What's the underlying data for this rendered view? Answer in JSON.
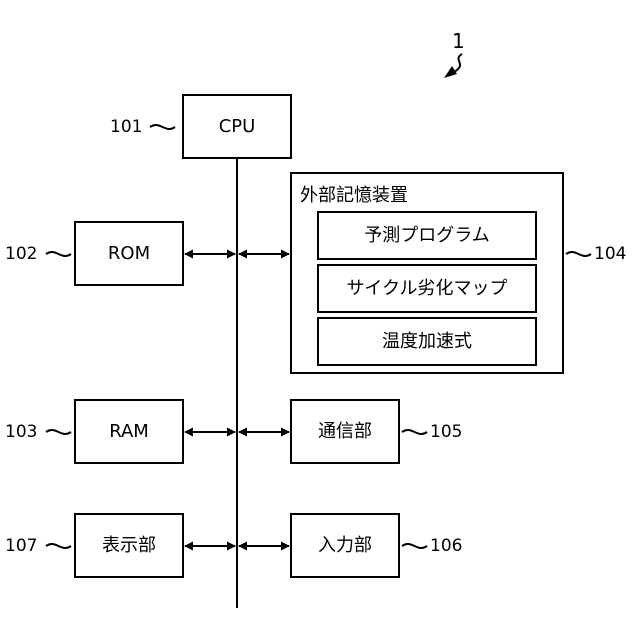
{
  "figure": {
    "system_ref": "1",
    "cpu": {
      "label": "CPU",
      "ref": "101"
    },
    "rom": {
      "label": "ROM",
      "ref": "102"
    },
    "ram": {
      "label": "RAM",
      "ref": "103"
    },
    "storage": {
      "label": "外部記憶装置",
      "ref": "104",
      "items": [
        "予測プログラム",
        "サイクル劣化マップ",
        "温度加速式"
      ]
    },
    "comm": {
      "label": "通信部",
      "ref": "105"
    },
    "input": {
      "label": "入力部",
      "ref": "106"
    },
    "display": {
      "label": "表示部",
      "ref": "107"
    }
  }
}
